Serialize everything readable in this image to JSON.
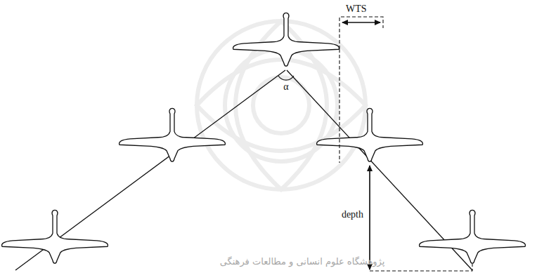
{
  "diagram": {
    "labels": [
      "WTS",
      "α",
      "depth",
      "پژوهشگاه علوم انسانی و مطالعات فرهنگی"
    ]
  }
}
